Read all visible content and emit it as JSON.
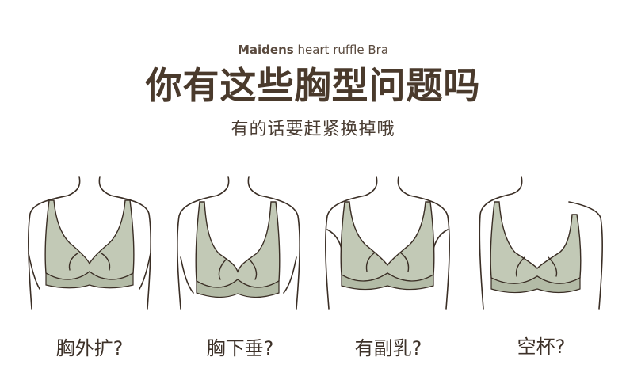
{
  "header": {
    "brand_bold": "Maidens",
    "brand_rest": " heart ruffle Bra",
    "title": "你有这些胸型问题吗",
    "subtitle": "有的话要赶紧换掉哦"
  },
  "items": [
    {
      "caption": "胸外扩?"
    },
    {
      "caption": "胸下垂?"
    },
    {
      "caption": "有副乳?"
    },
    {
      "caption": "空杯?"
    }
  ],
  "colors": {
    "line": "#3a2e25",
    "bra_fill": "#c2c9b6",
    "bra_shade": "#b3bba6"
  }
}
